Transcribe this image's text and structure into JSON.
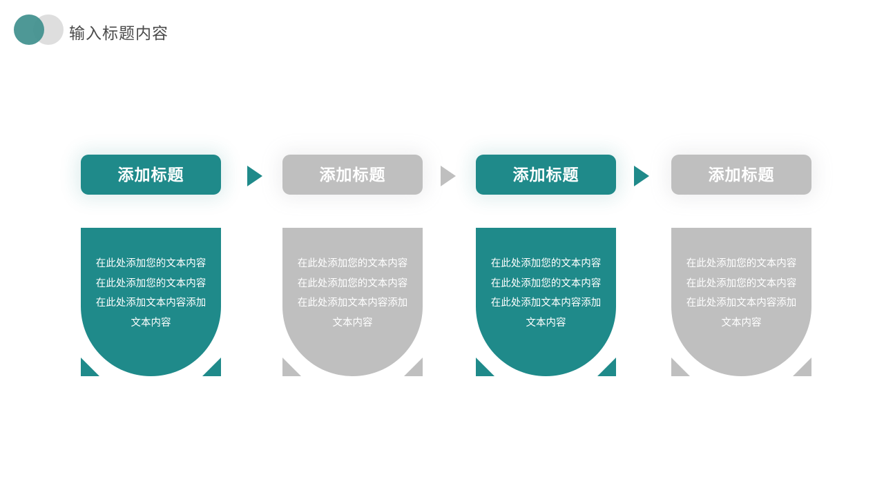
{
  "header": {
    "title": "输入标题内容",
    "logo": {
      "icon": "two-overlapping-circles-logo",
      "teal_color": "#3f8f8d",
      "gray_color": "#dedede"
    }
  },
  "theme": {
    "teal": "#1f8a8a",
    "gray": "#bfbfbf",
    "text_on_fill": "#ffffff",
    "title_text": "#4a4a4a",
    "background": "#ffffff"
  },
  "arrows": [
    {
      "icon": "triangle-right-icon",
      "color": "#1f8a8a"
    },
    {
      "icon": "triangle-right-icon",
      "color": "#bfbfbf"
    },
    {
      "icon": "triangle-right-icon",
      "color": "#1f8a8a"
    }
  ],
  "columns": [
    {
      "title": "添加标题",
      "body": "在此处添加您的文本内容在此处添加您的文本内容在此处添加文本内容添加文本内容",
      "color": "#1f8a8a",
      "variant": "teal"
    },
    {
      "title": "添加标题",
      "body": "在此处添加您的文本内容在此处添加您的文本内容在此处添加文本内容添加文本内容",
      "color": "#bfbfbf",
      "variant": "gray"
    },
    {
      "title": "添加标题",
      "body": "在此处添加您的文本内容在此处添加您的文本内容在此处添加文本内容添加文本内容",
      "color": "#1f8a8a",
      "variant": "teal"
    },
    {
      "title": "添加标题",
      "body": "在此处添加您的文本内容在此处添加您的文本内容在此处添加文本内容添加文本内容",
      "color": "#bfbfbf",
      "variant": "gray"
    }
  ]
}
